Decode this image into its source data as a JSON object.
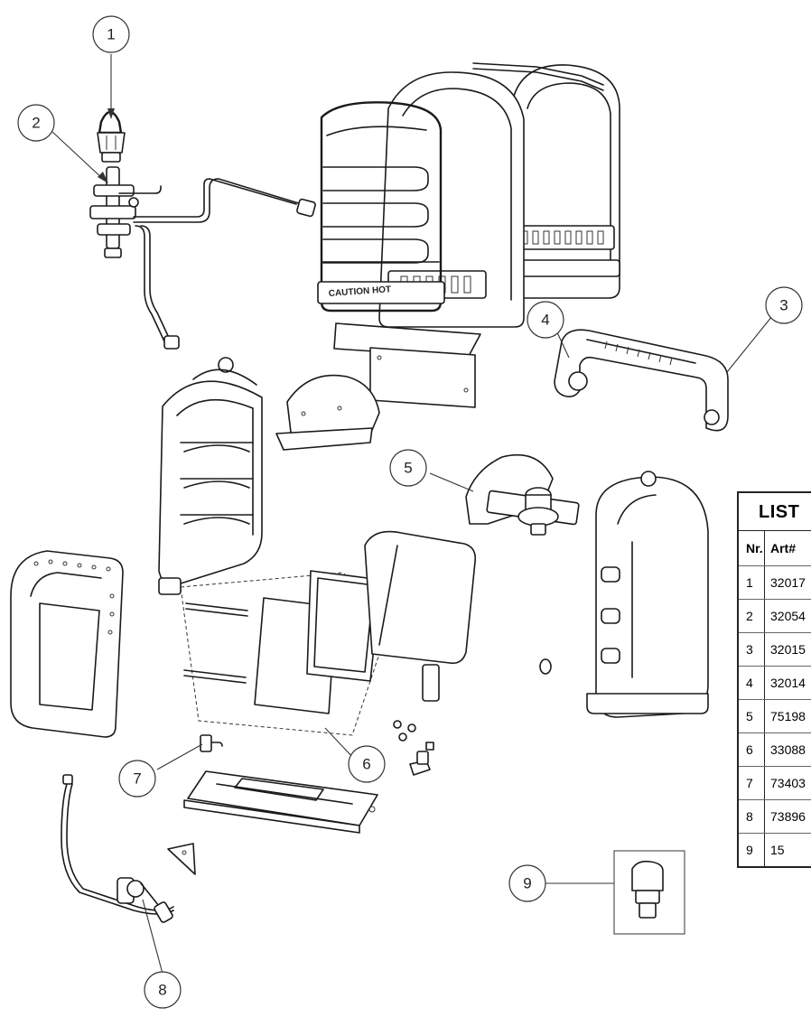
{
  "callouts": [
    {
      "id": "1",
      "label": "1"
    },
    {
      "id": "2",
      "label": "2"
    },
    {
      "id": "3",
      "label": "3"
    },
    {
      "id": "4",
      "label": "4"
    },
    {
      "id": "5",
      "label": "5"
    },
    {
      "id": "6",
      "label": "6"
    },
    {
      "id": "7",
      "label": "7"
    },
    {
      "id": "8",
      "label": "8"
    },
    {
      "id": "9",
      "label": "9"
    }
  ],
  "grill_marking": "CAUTION HOT",
  "parts_list": {
    "title": "LIST",
    "headers": {
      "nr": "Nr.",
      "art": "Art#"
    },
    "rows": [
      {
        "nr": "1",
        "art": "32017"
      },
      {
        "nr": "2",
        "art": "32054"
      },
      {
        "nr": "3",
        "art": "32015"
      },
      {
        "nr": "4",
        "art": "32014"
      },
      {
        "nr": "5",
        "art": "75198"
      },
      {
        "nr": "6",
        "art": "33088"
      },
      {
        "nr": "7",
        "art": "73403"
      },
      {
        "nr": "8",
        "art": "73896"
      },
      {
        "nr": "9",
        "art": "15"
      }
    ]
  }
}
